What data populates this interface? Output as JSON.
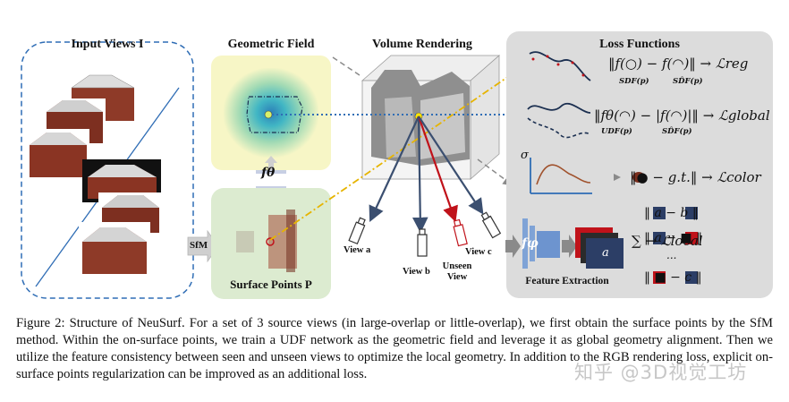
{
  "panels": {
    "input_views": "Input Views I",
    "geometric_field": "Geometric Field",
    "volume_rendering": "Volume Rendering",
    "loss_functions": "Loss Functions",
    "surface_points": "Surface Points P",
    "feature_extraction": "Feature Extraction"
  },
  "labels": {
    "sfm": "SfM",
    "f_theta": "fθ",
    "f_phi": "fφ",
    "view_a": "View a",
    "view_b": "View b",
    "view_c": "View c",
    "unseen_view": "Unseen View",
    "sigma": "σ",
    "feat_a": "a"
  },
  "losses": {
    "reg": "‖f(○) − f(◠)‖ → ℒreg",
    "reg_sub1": "SDF(p)",
    "reg_sub2": "SD̂F(p)",
    "global": "‖fθ(◠) − |f(◠)|‖ → ℒglobal",
    "global_sub1": "UDF(p)",
    "global_sub2": "SD̂F(p)",
    "color": "‖●  − g.t.‖ → ℒcolor",
    "local": "∑ → ℒlocal",
    "local_row1": "‖ a − b ‖",
    "local_row2": "‖ a − ■ ‖",
    "local_dots": "...",
    "local_row3": "‖ ■ − c ‖"
  },
  "caption": "Figure 2: Structure of NeuSurf. For a set of 3 source views (in large-overlap or little-overlap), we first obtain the surface points by the SfM method. Within the on-surface points, we train a UDF network as the geometric field and leverage it as global geometry alignment. Then we utilize the feature consistency between seen and unseen views to optimize the local geometry. In addition to the RGB rendering loss, explicit on-surface points regularization can be improved as an additional loss.",
  "watermark": "知乎 @3D视觉工坊",
  "colors": {
    "blue_dash": "#2f6db5",
    "geo_field_bg": "#f7f6c6",
    "surface_bg": "#dcebd0",
    "loss_bg": "#dcdcdc",
    "red": "#c0121a",
    "navy": "#2c3e66",
    "brick": "#9c3a24",
    "orange_dash": "#e6b400"
  }
}
